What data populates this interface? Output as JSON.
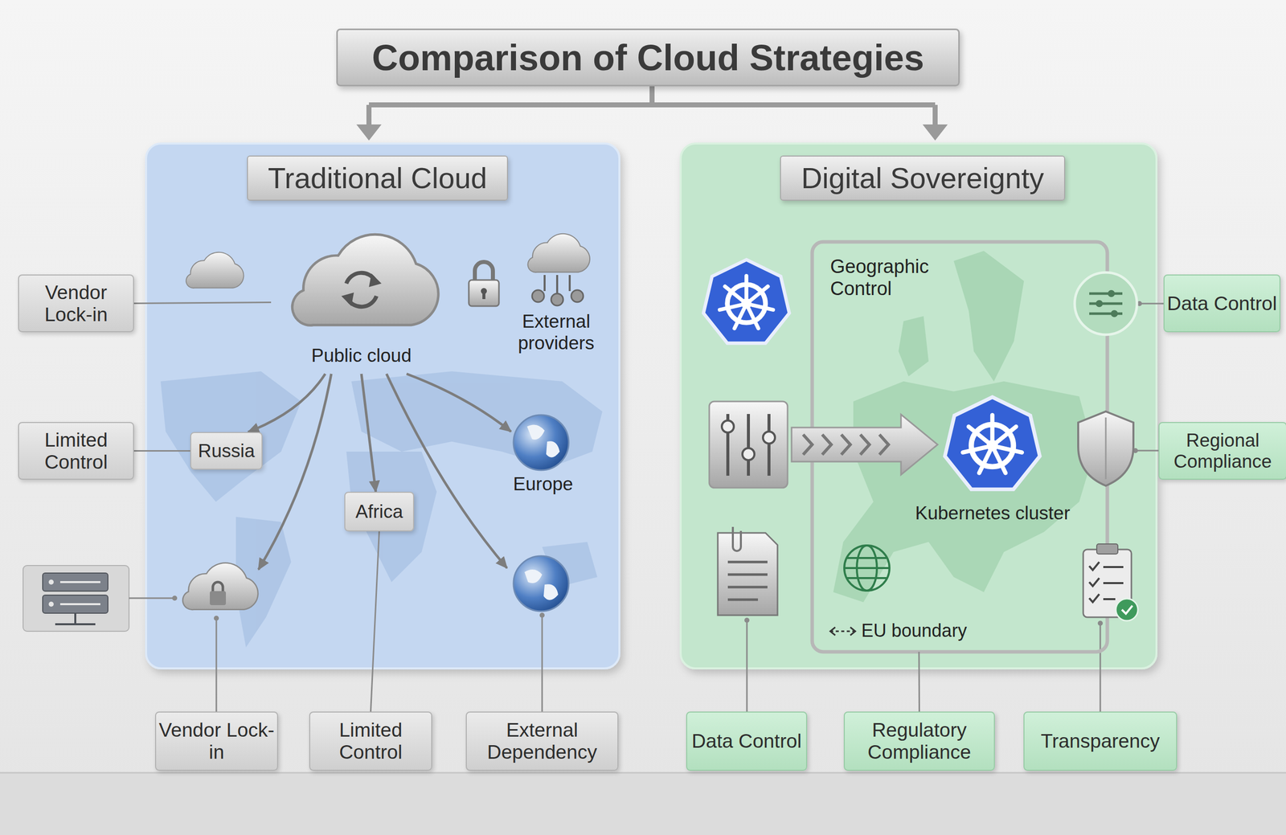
{
  "diagram": {
    "title": "Comparison of Cloud Strategies",
    "nodes": [
      {
        "text": [
          "Traditional Cloud"
        ]
      },
      {
        "text": [
          "Public cloud"
        ],
        "in": 0
      },
      {
        "text": [
          "Russia"
        ],
        "in": 0
      },
      {
        "text": [
          "Africa"
        ],
        "in": 0
      },
      {
        "text": [
          "Vendor Lock-in"
        ]
      },
      {
        "text": [
          "Limited Control"
        ]
      },
      {
        "text": [
          "Vendor Lock-in"
        ]
      },
      {
        "text": [
          "Limited Control"
        ]
      },
      {
        "text": [
          "External Dependency"
        ]
      },
      {
        "text": [
          "Digital Sovereignty"
        ]
      },
      {
        "text": [
          "Geographic Control",
          "EU boundary"
        ],
        "in": 9
      },
      {
        "text": [
          "Kubernetes cluster"
        ],
        "in": 10
      },
      {
        "text": [
          "Data Control"
        ]
      },
      {
        "text": [
          "Regional Compliance"
        ]
      },
      {
        "text": [
          "Data Control"
        ]
      },
      {
        "text": [
          "Regulatory Compliance"
        ]
      },
      {
        "text": [
          "Transparency"
        ]
      }
    ],
    "edges": [
      {
        "from": 4,
        "to": 1,
        "arrow": "none"
      },
      {
        "from": 5,
        "to": 2,
        "arrow": "none"
      },
      {
        "from": 1,
        "to": 2,
        "arrow": "to"
      },
      {
        "from": 1,
        "to": 3,
        "arrow": "to"
      },
      {
        "from": 7,
        "to": 3,
        "arrow": "none"
      },
      {
        "from": 15,
        "to": 10,
        "arrow": "none"
      }
    ],
    "labels": [
      "External providers",
      "Europe"
    ]
  }
}
